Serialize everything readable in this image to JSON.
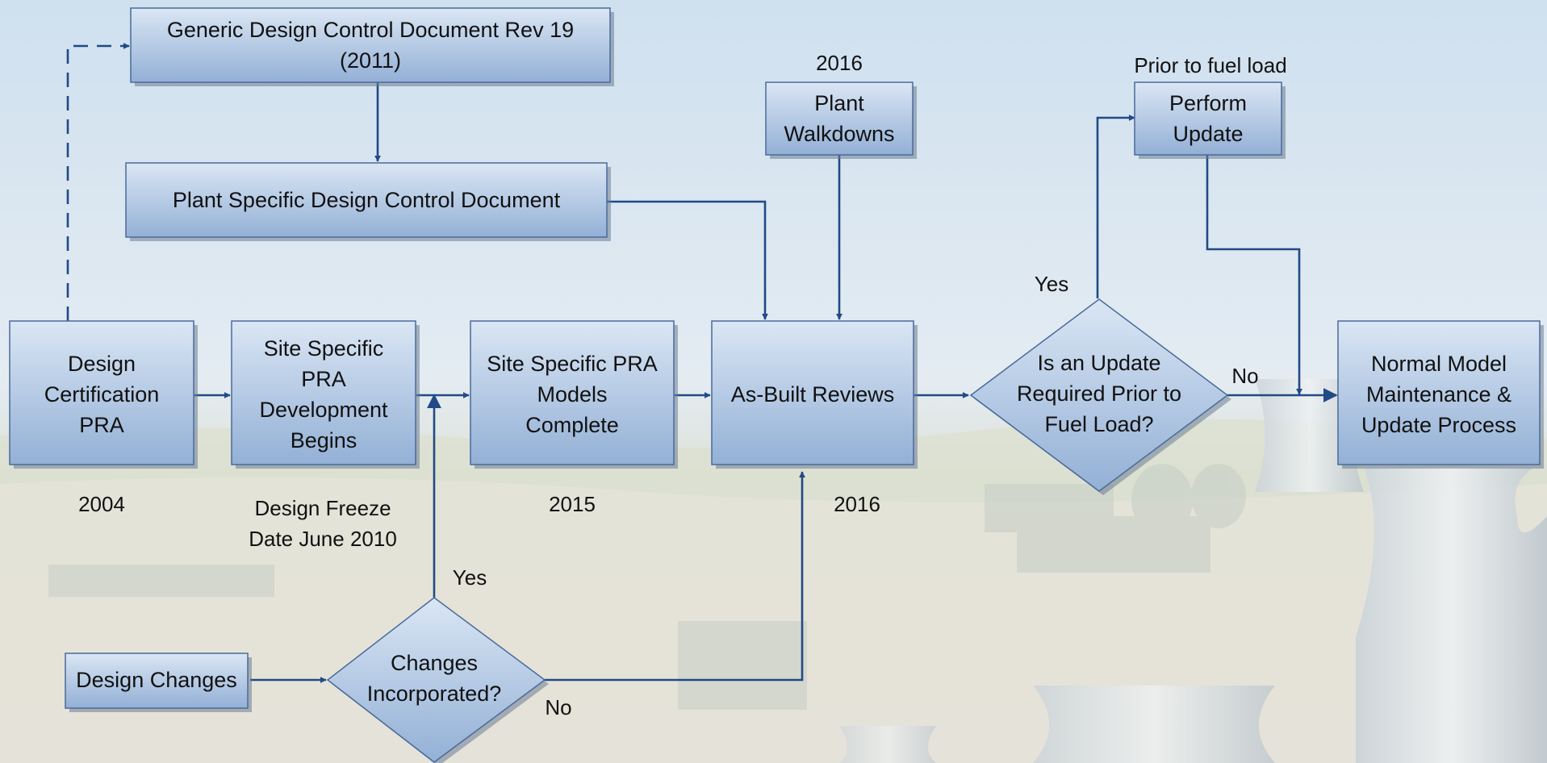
{
  "colors": {
    "box_top": "#dae6f4",
    "box_bottom": "#93b0d6",
    "box_border": "#4a6a9a",
    "edge": "#214a86",
    "text": "#111111"
  },
  "nodes": {
    "generic_dcd": [
      "Generic Design Control Document Rev 19",
      "(2011)"
    ],
    "plant_specific_dcd": [
      "Plant Specific Design Control Document"
    ],
    "plant_walkdowns": [
      "Plant",
      "Walkdowns"
    ],
    "perform_update": [
      "Perform",
      "Update"
    ],
    "design_cert_pra": [
      "Design",
      "Certification",
      "PRA"
    ],
    "site_pra_begins": [
      "Site Specific",
      "PRA",
      "Development",
      "Begins"
    ],
    "site_pra_complete": [
      "Site Specific PRA",
      "Models",
      "Complete"
    ],
    "as_built": [
      "As-Built Reviews"
    ],
    "update_required": [
      "Is an Update",
      "Required Prior to",
      "Fuel Load?"
    ],
    "normal_model": [
      "Normal Model",
      "Maintenance &",
      "Update Process"
    ],
    "design_changes": [
      "Design Changes"
    ],
    "changes_incorporated": [
      "Changes",
      "Incorporated?"
    ]
  },
  "labels": {
    "y2016_top": "2016",
    "prior_fuel": "Prior to fuel load",
    "yes_update": "Yes",
    "no_update": "No",
    "y2004": "2004",
    "freeze_1": "Design Freeze",
    "freeze_2": "Date June 2010",
    "y2015": "2015",
    "y2016_bottom": "2016",
    "yes_changes": "Yes",
    "no_changes": "No"
  }
}
